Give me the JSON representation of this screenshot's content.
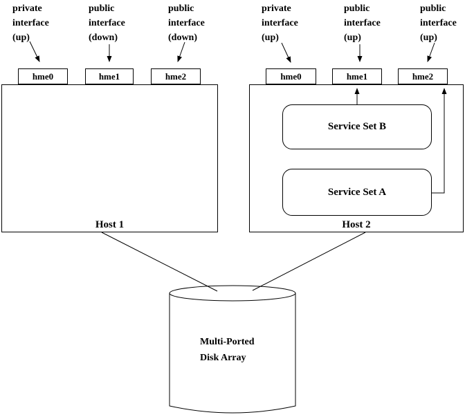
{
  "colors": {
    "line": "#000000",
    "background": "#ffffff",
    "text": "#000000"
  },
  "hosts": {
    "host1": {
      "name": "Host 1",
      "interfaces": {
        "hme0": {
          "name": "hme0",
          "annotation": "private\ninterface\n(up)"
        },
        "hme1": {
          "name": "hme1",
          "annotation": "public\ninterface\n(down)"
        },
        "hme2": {
          "name": "hme2",
          "annotation": "public\ninterface\n(down)"
        }
      }
    },
    "host2": {
      "name": "Host 2",
      "interfaces": {
        "hme0": {
          "name": "hme0",
          "annotation": "private\ninterface\n(up)"
        },
        "hme1": {
          "name": "hme1",
          "annotation": "public\ninterface\n(up)"
        },
        "hme2": {
          "name": "hme2",
          "annotation": "public\ninterface\n(up)"
        }
      },
      "service_sets": {
        "b": {
          "name": "Service Set B"
        },
        "a": {
          "name": "Service Set A"
        }
      }
    }
  },
  "storage": {
    "name": "Multi-Ported\nDisk Array"
  }
}
